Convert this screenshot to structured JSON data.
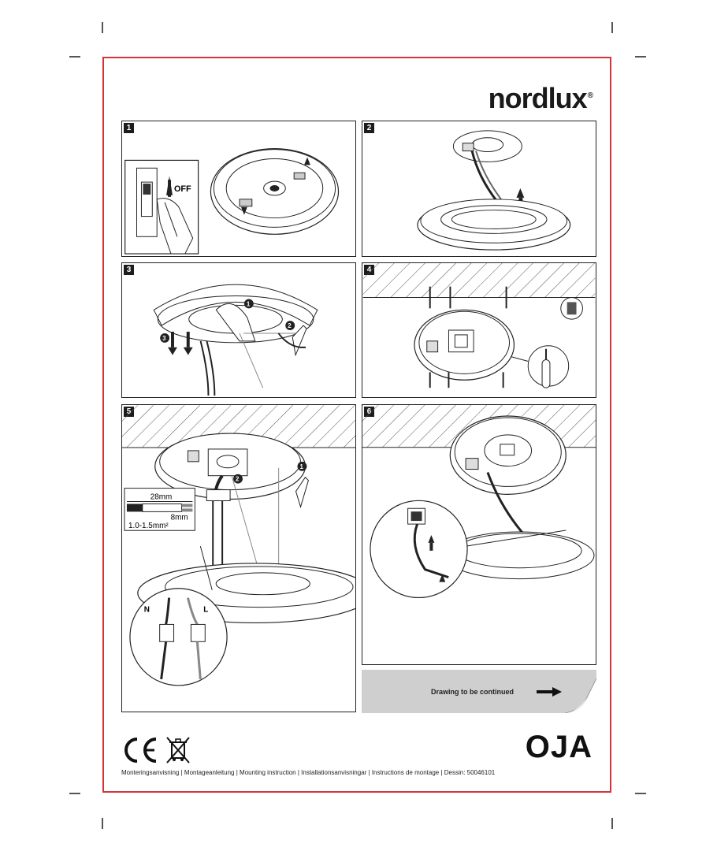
{
  "brand": {
    "name": "nordlux",
    "registered": "®"
  },
  "steps": [
    {
      "number": "1",
      "labels": {
        "switch_off": "OFF"
      }
    },
    {
      "number": "2"
    },
    {
      "number": "3",
      "callouts": [
        "1",
        "2",
        "3"
      ]
    },
    {
      "number": "4"
    },
    {
      "number": "5",
      "callouts": [
        "1",
        "2"
      ],
      "labels": {
        "strip_length": "28mm",
        "strip_end": "8mm",
        "wire_section": "1.0-1.5mm²",
        "neutral": "N",
        "live": "L"
      }
    },
    {
      "number": "6"
    }
  ],
  "continue_banner": {
    "text": "Drawing to be continued"
  },
  "marks": {
    "ce": "CE",
    "weee": "crossed-out-bin-icon"
  },
  "product": {
    "model": "OJA"
  },
  "footer": {
    "text": "Monteringsanvisning | Montageanleitung | Mounting instruction | Installationsanvisningar | Instructions de montage | Dessin: 50046101"
  },
  "colors": {
    "frame": "#d2343a",
    "banner": "#cfcfcf"
  }
}
